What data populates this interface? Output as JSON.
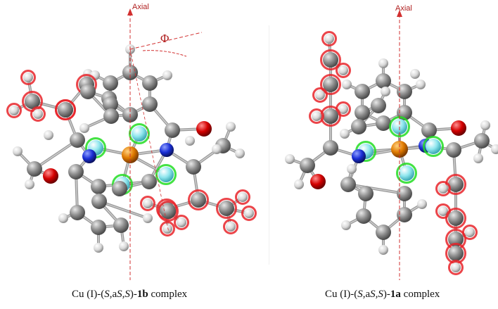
{
  "left_panel": {
    "axis_label": "Axial",
    "angle_symbol": "Φ",
    "caption": {
      "prefix": "Cu (I)-(",
      "s1": "S",
      "comma_a": ",a",
      "s2": "S,S",
      "close": ")-",
      "compound": "1b",
      "suffix": " complex"
    }
  },
  "right_panel": {
    "axis_label": "Axial",
    "caption": {
      "prefix": "Cu (I)-(",
      "s1": "S",
      "comma_a": ",a",
      "s2": "S,S",
      "close": ")-",
      "compound": "1a",
      "suffix": " complex"
    }
  },
  "colors": {
    "carbon": "#8c8c8c",
    "hydrogen": "#e6e6e6",
    "oxygen": "#d40000",
    "nitrogen": "#1a2fd6",
    "copper": "#e07b00",
    "fluorine": "#8fe6ee",
    "halo_red": "#e8242a",
    "halo_green": "#22dd22",
    "axis": "#d23030",
    "bond": "#9a9a9a"
  }
}
